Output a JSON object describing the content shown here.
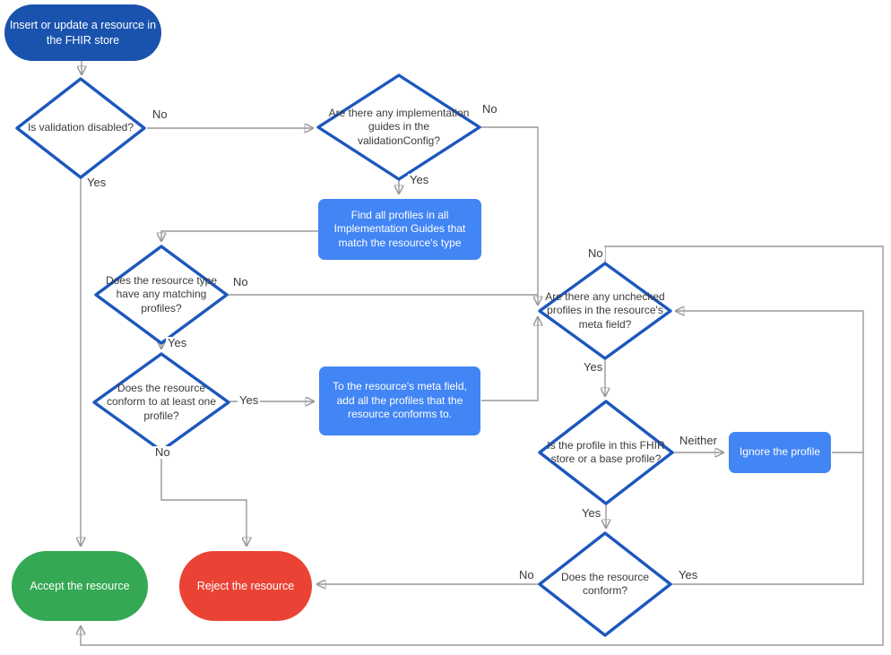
{
  "title": "FHIR store resource validation flowchart",
  "colors": {
    "start_node_blue": "#1A53AD",
    "process_blue": "#4285F4",
    "decision_border_blue": "#1C57BE",
    "accept_green": "#34A853",
    "reject_red": "#EA4335",
    "connector_gray": "#999999",
    "text_dark": "#3B3B3B"
  },
  "nodes": {
    "start": "Insert or update a resource in the FHIR store",
    "is_validation_disabled": "Is validation disabled?",
    "implementation_guides": "Are there any implementation guides in the validationConfig?",
    "find_profiles": "Find all profiles in all Implementation Guides that match the resource's type",
    "matching_profiles": "Does the resource type have any matching profiles?",
    "conform_one": "Does the resource conform to at least one profile?",
    "add_profiles": "To the resource's meta field, add all the profiles that the resource conforms to.",
    "unchecked_profiles": "Are there any unchecked profiles in the resource's meta field?",
    "profile_in_store": "Is the profile in this FHIR store or a base profile?",
    "ignore_profile": "Ignore the profile",
    "does_conform": "Does the resource conform?",
    "accept": "Accept the resource",
    "reject": "Reject the resource"
  },
  "edge_labels": {
    "validation_no": "No",
    "validation_yes": "Yes",
    "guides_no": "No",
    "guides_yes": "Yes",
    "matching_no": "No",
    "matching_yes": "Yes",
    "conform_one_yes": "Yes",
    "conform_one_no": "No",
    "unchecked_no": "No",
    "unchecked_yes": "Yes",
    "profile_neither": "Neither",
    "profile_yes": "Yes",
    "does_conform_no": "No",
    "does_conform_yes": "Yes"
  }
}
